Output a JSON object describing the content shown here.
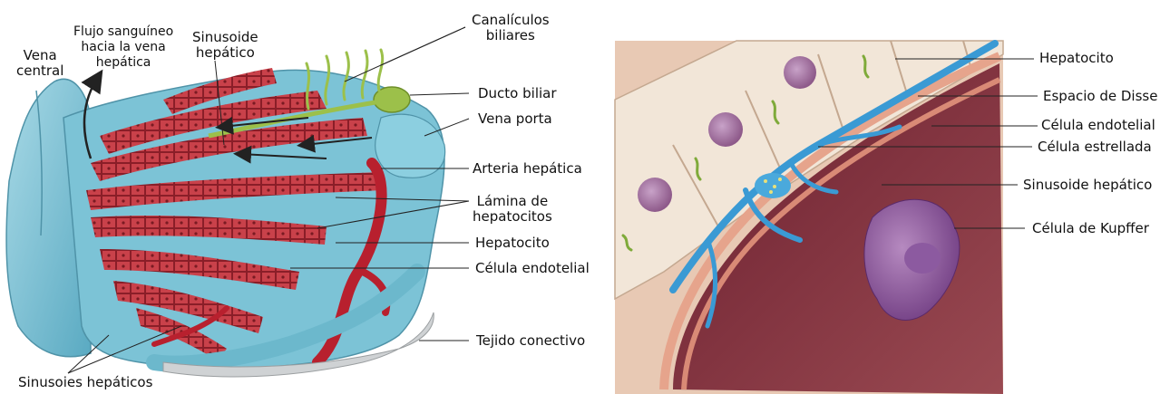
{
  "left_diagram": {
    "labels": {
      "vena_central": "Vena\ncentral",
      "flujo": "Flujo sanguíneo\nhacia la vena\nhepática",
      "sinusoide": "Sinusoide\nhepático",
      "canaliculos": "Canalículos\nbiliares",
      "ducto": "Ducto biliar",
      "vena_porta": "Vena porta",
      "arteria": "Arteria hepática",
      "lamina": "Lámina de\nhepatocitos",
      "hepatocito": "Hepatocito",
      "celula_endotelial": "Célula endotelial",
      "tejido": "Tejido conectivo",
      "sinusoides_bottom": "Sinusoies hepáticos"
    }
  },
  "right_diagram": {
    "labels": {
      "hepatocito": "Hepatocito",
      "espacio_disse": "Espacio de Disse",
      "celula_endotelial": "Célula endotelial",
      "celula_estrellada": "Célula estrellada",
      "sinusoide": "Sinusoide hepático",
      "kupffer": "Célula de Kupffer"
    }
  },
  "colors": {
    "vessel_blue": "#7cc3d6",
    "hepatocyte_red": "#c9414a",
    "artery_red": "#b8202e",
    "bile_green": "#9cc04a",
    "tissue_pink": "#e8c9b4",
    "kupffer_purple": "#8e5a9a",
    "stellate_blue": "#3a9ad4"
  }
}
